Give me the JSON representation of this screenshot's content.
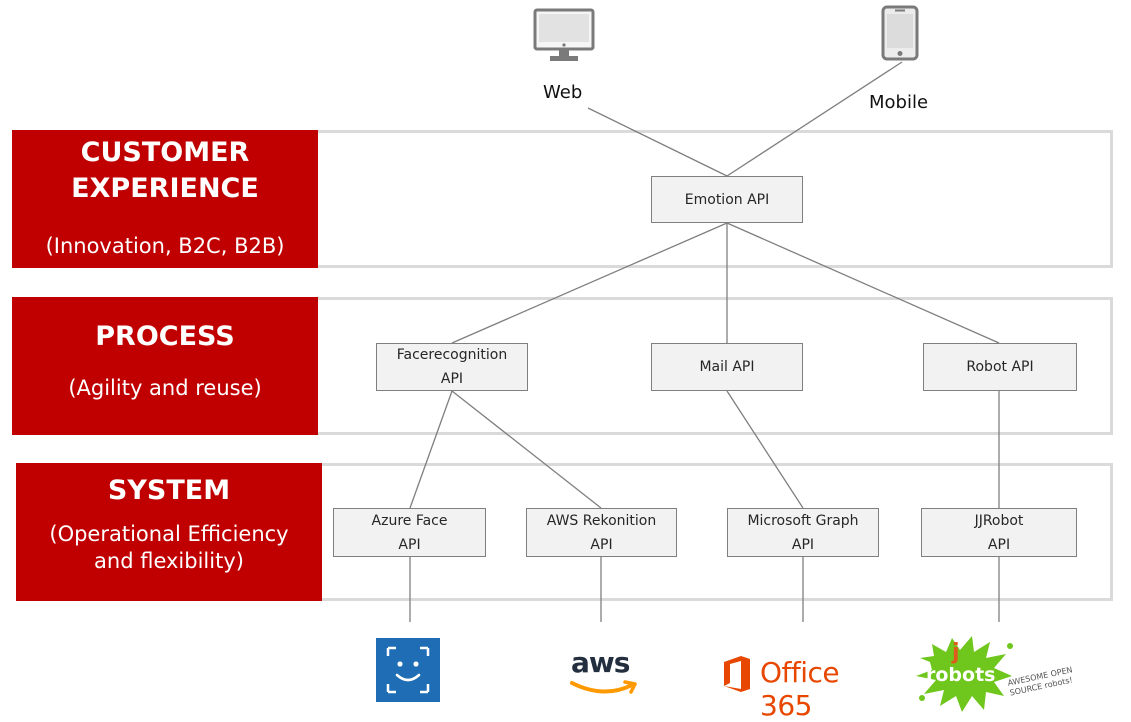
{
  "devices": {
    "web": {
      "label": "Web",
      "icon": "desktop-monitor-icon"
    },
    "mobile": {
      "label": "Mobile",
      "icon": "smartphone-icon"
    }
  },
  "layers": {
    "customer": {
      "title": "CUSTOMER\nEXPERIENCE",
      "subtitle": "(Innovation, B2C, B2B)"
    },
    "process": {
      "title": "PROCESS",
      "subtitle": "(Agility and reuse)"
    },
    "system": {
      "title": "SYSTEM",
      "subtitle": "(Operational Efficiency\nand flexibility)"
    }
  },
  "apis": {
    "emotion": "Emotion  API",
    "facerecognition": "Facerecognition\nAPI",
    "mail": "Mail API",
    "robot": "Robot API",
    "azure_face": "Azure Face\nAPI",
    "aws_rekognition": "AWS Rekonition\nAPI",
    "microsoft_graph": "Microsoft Graph\nAPI",
    "jjrobot": "JJRobot\nAPI"
  },
  "logos": {
    "azure": {
      "icon": "azure-face-smiley-icon",
      "color": "#1e6db5"
    },
    "aws": {
      "text": "aws",
      "color": "#232f3e",
      "smile_color": "#ff9900"
    },
    "office": {
      "text": "Office 365",
      "color": "#e74700"
    },
    "jjrobots": {
      "text": "robots",
      "letter": "j",
      "tagline": "AWESOME OPEN SOURCE robots!",
      "color": "#6fc61c"
    }
  },
  "colors": {
    "layer_red": "#c00000",
    "band_border": "#dadada",
    "box_fill": "#f2f2f2",
    "connector": "#7f7f7f"
  }
}
